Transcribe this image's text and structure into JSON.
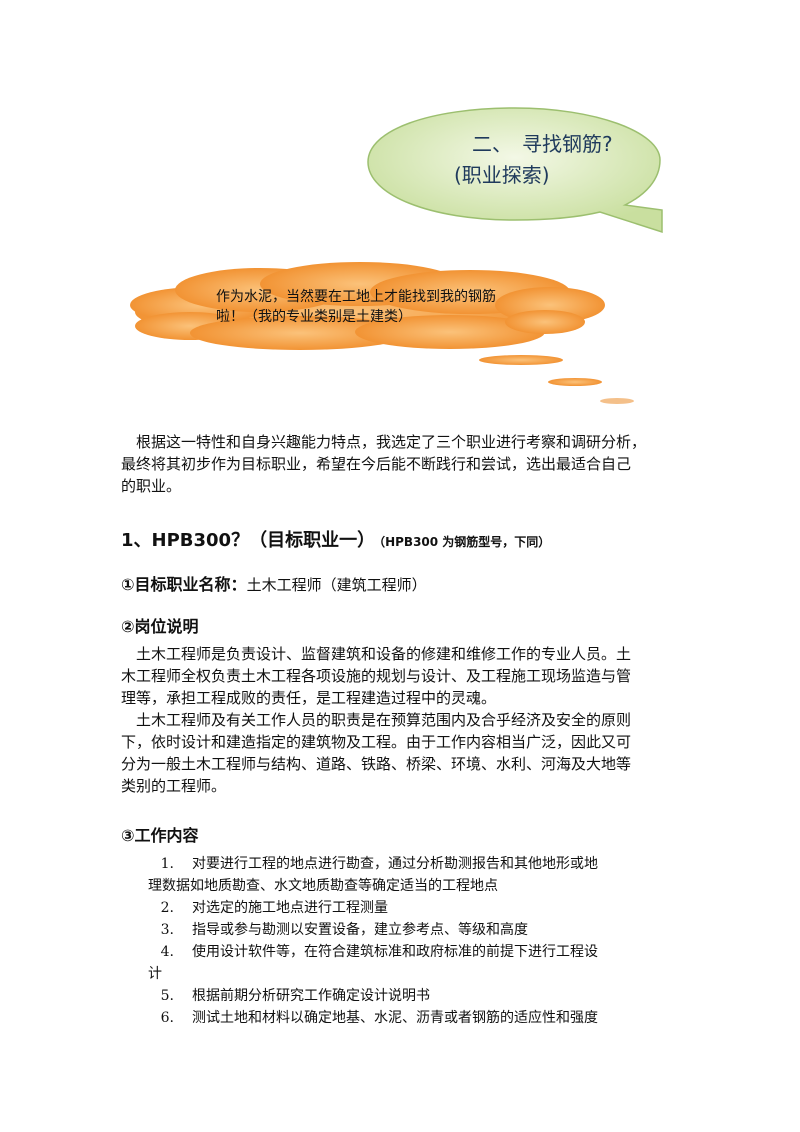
{
  "bubble": {
    "line1": "二、　寻找钢筋?",
    "line2": "(职业探索)"
  },
  "cloud": {
    "line1": "作为水泥，当然要在工地上才能找到我的钢筋",
    "line2": "啦！（我的专业类别是土建类）"
  },
  "intro": {
    "line1": "根据这一特性和自身兴趣能力特点，我选定了三个职业进行考察和调研分析，",
    "line2": "最终将其初步作为目标职业，希望在今后能不断践行和尝试，选出最适合自己",
    "line3": "的职业。"
  },
  "section1": {
    "title": "1、HPB300？（目标职业一）",
    "note": "（HPB300 为钢筋型号，下同）"
  },
  "career_name": {
    "label": "①目标职业名称：",
    "value": "土木工程师（建筑工程师）"
  },
  "job_desc": {
    "heading": "②岗位说明",
    "p1_l1": "土木工程师是负责设计、监督建筑和设备的修建和维修工作的专业人员。土",
    "p1_l2": "木工程师全权负责土木工程各项设施的规划与设计、及工程施工现场监造与管",
    "p1_l3": "理等，承担工程成败的责任，是工程建造过程中的灵魂。",
    "p2_l1": "土木工程师及有关工作人员的职责是在预算范围内及合乎经济及安全的原则",
    "p2_l2": "下，依时设计和建造指定的建筑物及工程。由于工作内容相当广泛，因此又可",
    "p2_l3": "分为一般土木工程师与结构、道路、铁路、桥梁、环境、水利、河海及大地等",
    "p2_l4": "类别的工程师。"
  },
  "work_content": {
    "heading": "③工作内容",
    "items": [
      {
        "num": "1.",
        "text": "对要进行工程的地点进行勘查，通过分析勘测报告和其他地形或地",
        "cont": "理数据如地质勘查、水文地质勘查等确定适当的工程地点"
      },
      {
        "num": "2.",
        "text": "对选定的施工地点进行工程测量",
        "cont": ""
      },
      {
        "num": "3.",
        "text": "指导或参与勘测以安置设备，建立参考点、等级和高度",
        "cont": ""
      },
      {
        "num": "4.",
        "text": "使用设计软件等，在符合建筑标准和政府标准的前提下进行工程设",
        "cont": "计"
      },
      {
        "num": "5.",
        "text": "根据前期分析研究工作确定设计说明书",
        "cont": ""
      },
      {
        "num": "6.",
        "text": "测试土地和材料以确定地基、水泥、沥青或者钢筋的适应性和强度",
        "cont": ""
      }
    ]
  },
  "colors": {
    "bubble_fill": "#d7e8b8",
    "bubble_stroke": "#9cbf6f",
    "cloud_fill": "#f59a3a",
    "title_text": "#1f3a5c"
  }
}
